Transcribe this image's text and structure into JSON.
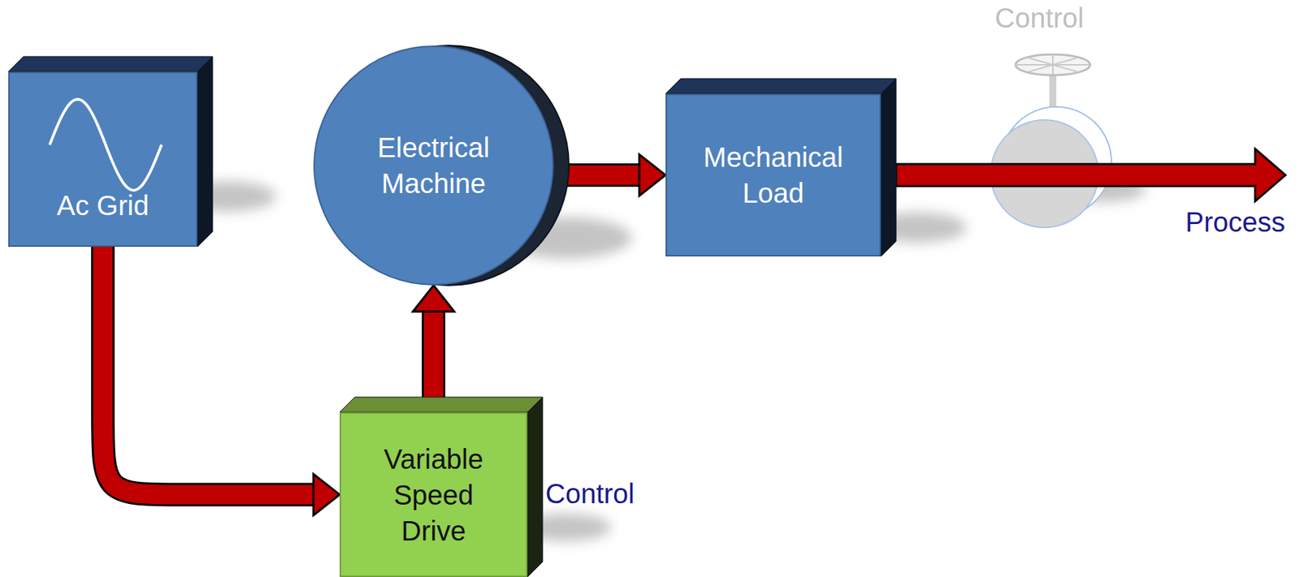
{
  "diagram": {
    "nodes": [
      {
        "text": [
          "Ac Grid"
        ]
      },
      {
        "text": [
          "Electrical Machine"
        ]
      },
      {
        "text": [
          "Mechanical Load"
        ]
      },
      {
        "text": [
          "Variable Speed Drive"
        ]
      }
    ],
    "edges": [
      {
        "from": 0,
        "to": 3,
        "arrow": "to"
      },
      {
        "from": 3,
        "to": 1,
        "arrow": "to"
      },
      {
        "from": 1,
        "to": 2,
        "arrow": "to"
      }
    ],
    "labels": [
      "Control",
      "Process",
      "Control"
    ]
  }
}
